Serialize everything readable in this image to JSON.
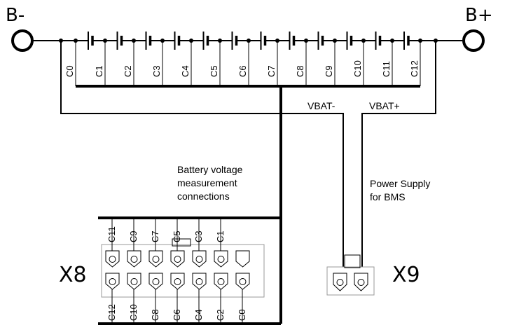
{
  "terminals": {
    "negative": "B-",
    "positive": "B+"
  },
  "cell_taps": [
    "C0",
    "C1",
    "C2",
    "C3",
    "C4",
    "C5",
    "C6",
    "C7",
    "C8",
    "C9",
    "C10",
    "C11",
    "C12"
  ],
  "power_labels": {
    "vbat_minus": "VBAT-",
    "vbat_plus": "VBAT+"
  },
  "notes": {
    "measurement": [
      "Battery voltage",
      "measurement",
      "connections"
    ],
    "power_supply": [
      "Power Supply",
      "for BMS"
    ]
  },
  "connectors": {
    "x8": {
      "name": "X8",
      "top_row": [
        "C11",
        "C9",
        "C7",
        "C5",
        "C3",
        "C1",
        ""
      ],
      "bottom_row": [
        "C12",
        "C10",
        "C8",
        "C6",
        "C4",
        "C2",
        "C0"
      ]
    },
    "x9": {
      "name": "X9"
    }
  }
}
